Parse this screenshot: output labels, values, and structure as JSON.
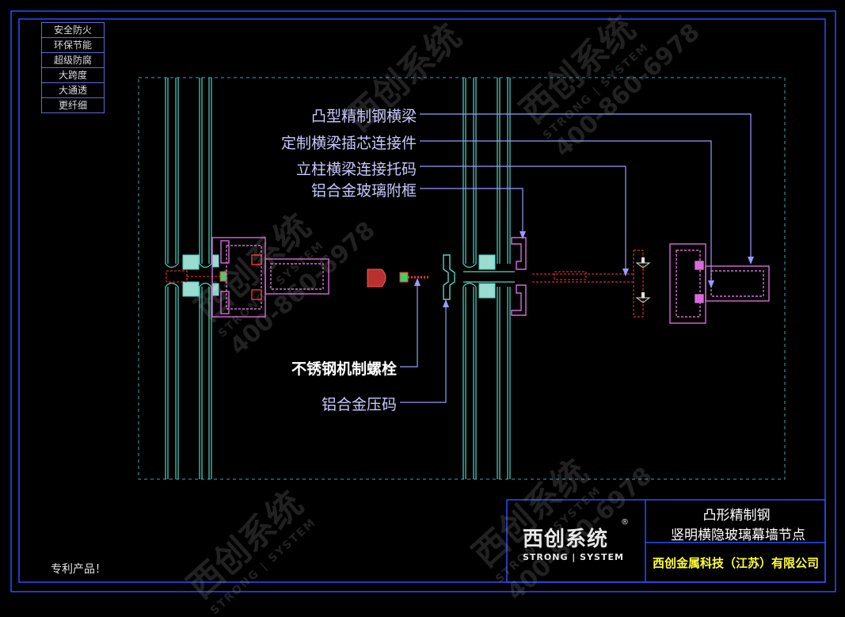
{
  "feature_tags": [
    "安全防火",
    "环保节能",
    "超级防腐",
    "大跨度",
    "大通透",
    "更纤细"
  ],
  "patent_label": "专利产品！",
  "callouts": {
    "steel_beam": "凸型精制钢横梁",
    "plug_connector": "定制横梁插芯连接件",
    "bracket": "立柱横梁连接托码",
    "glass_frame": "铝合金玻璃附框",
    "bolt": "不锈钢机制螺栓",
    "pressure_plate": "铝合金压码"
  },
  "title_block": {
    "title_line1": "凸形精制钢",
    "title_line2": "竖明横隐玻璃幕墙节点",
    "company": "西创金属科技（江苏）有限公司",
    "logo_cn": "西创系统",
    "logo_reg": "®",
    "logo_en": "STRONG | SYSTEM"
  },
  "watermark": {
    "cn": "西创系统",
    "en": "STRONG | SYSTEM",
    "tel": "400-860-6978"
  },
  "colors": {
    "frame": "#2b4dff",
    "dash_border": "#2ab0b0",
    "glass": "#4fd6c4",
    "steel": "#d86bd8",
    "section_red": "#ff3333",
    "callout_line": "#9a9aff"
  }
}
